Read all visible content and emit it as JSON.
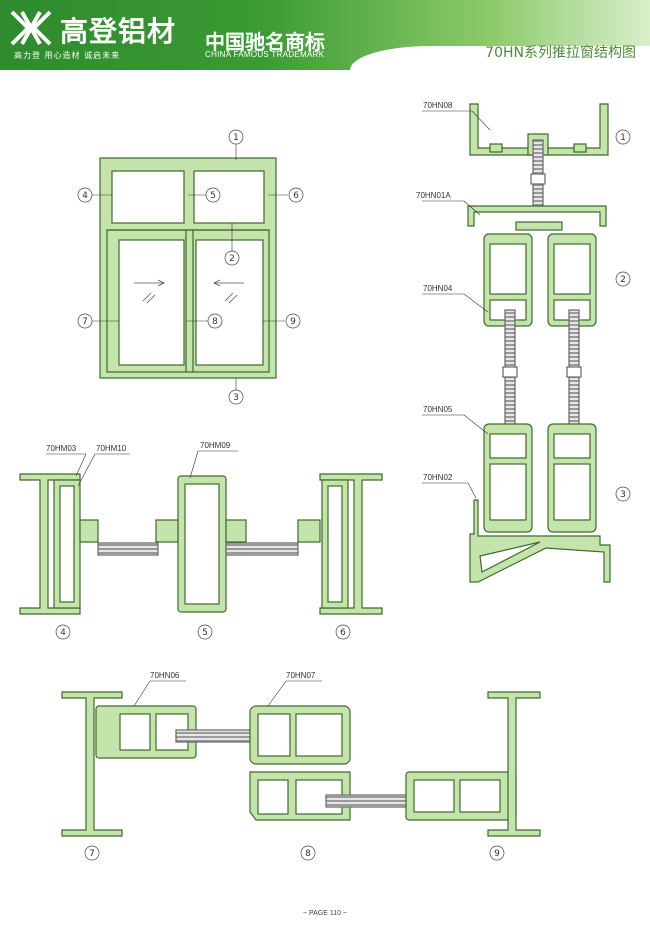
{
  "header": {
    "brand": "高登铝材",
    "slogan": "高力登   用心造材  诚启未来",
    "trademark_cn": "中国驰名商标",
    "trademark_en": "CHINA FAMOUS TRADEMARK",
    "title": "70HN系列推拉窗结构图"
  },
  "callouts": [
    "1",
    "2",
    "3",
    "4",
    "5",
    "6",
    "7",
    "8",
    "9"
  ],
  "parts": {
    "hn08": "70HN08",
    "hn01a": "70HN01A",
    "hn04": "70HN04",
    "hn05": "70HN05",
    "hn02": "70HN02",
    "hm03": "70HM03",
    "hm10": "70HM10",
    "hm09": "70HM09",
    "hn06": "70HN06",
    "hn07": "70HN07"
  },
  "colors": {
    "profile_fill": "#c5e4ac",
    "profile_stroke": "#3d6b2a",
    "glass": "#bdbdbd",
    "header_green": "#3a9a33"
  },
  "footer": "~ PAGE 110 ~"
}
